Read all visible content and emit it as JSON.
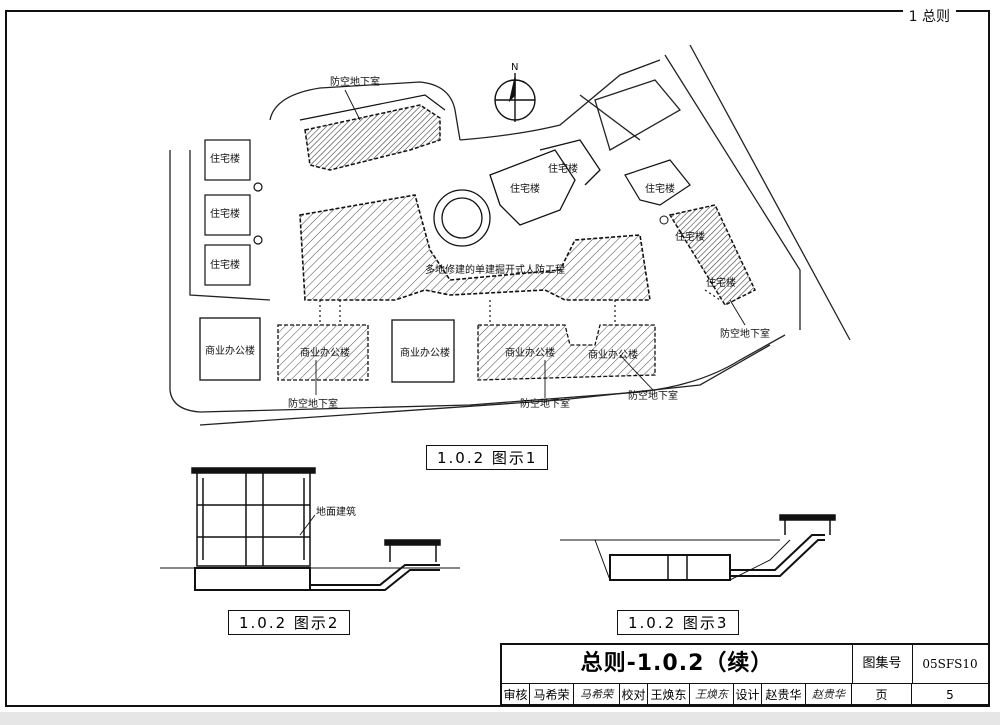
{
  "header": {
    "section": "1 总则"
  },
  "plan": {
    "labels": {
      "shelter_top": "防空地下室",
      "residential_1": "住宅楼",
      "residential_2": "住宅楼",
      "residential_3": "住宅楼",
      "residential_mid_1": "住宅楼",
      "residential_mid_2": "住宅楼",
      "residential_right_1": "住宅楼",
      "residential_right_2": "住宅楼",
      "residential_right_3": "住宅楼",
      "center_project": "多地修建的单建掘开式人防工程",
      "office_1": "商业办公楼",
      "office_2": "商业办公楼",
      "office_3": "商业办公楼",
      "office_4": "商业办公楼",
      "office_5": "商业办公楼",
      "shelter_bottom_1": "防空地下室",
      "shelter_bottom_2": "防空地下室",
      "shelter_bottom_3": "防空地下室",
      "shelter_right": "防空地下室",
      "north": "N"
    }
  },
  "figures": {
    "fig1": "1.0.2 图示1",
    "fig2": "1.0.2 图示2",
    "fig3": "1.0.2 图示3",
    "fig2_label": "地面建筑"
  },
  "title_block": {
    "title": "总则-1.0.2（续）",
    "atlas_label": "图集号",
    "atlas_no": "05SFS10",
    "review_label": "审核",
    "reviewer": "马希荣",
    "reviewer_sig": "马希荣",
    "check_label": "校对",
    "checker": "王焕东",
    "checker_sig": "王焕东",
    "design_label": "设计",
    "designer": "赵贵华",
    "designer_sig": "赵贵华",
    "page_label": "页",
    "page_no": "5"
  }
}
